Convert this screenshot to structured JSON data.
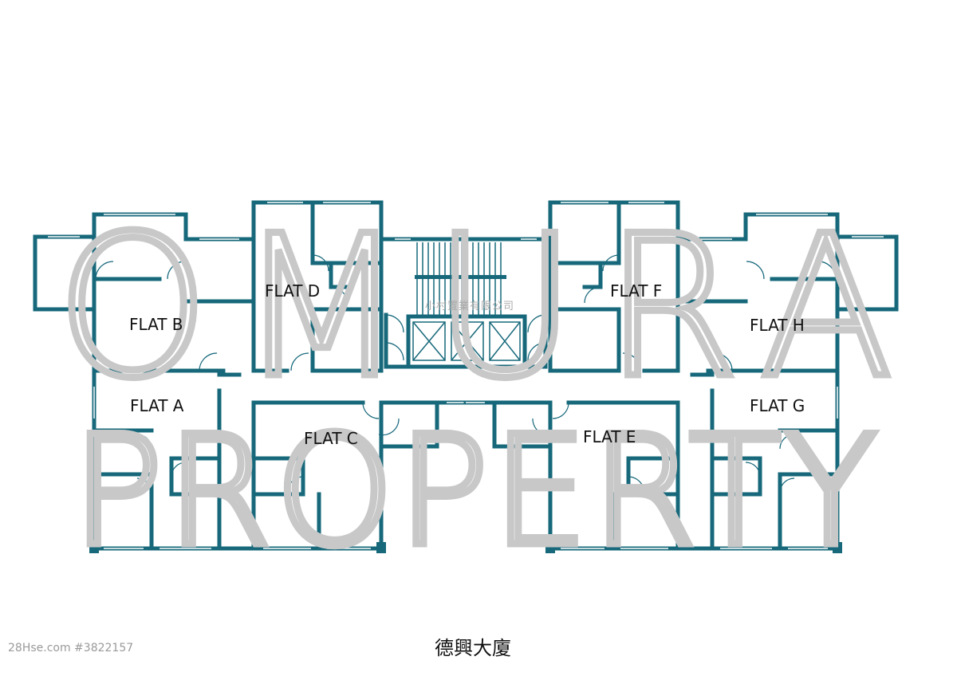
{
  "watermark": {
    "line1": "OMURA",
    "line2": "PROPERTY",
    "company": "小村置業有限公司"
  },
  "flats": [
    {
      "label": "FLAT A"
    },
    {
      "label": "FLAT B"
    },
    {
      "label": "FLAT C"
    },
    {
      "label": "FLAT D"
    },
    {
      "label": "FLAT E"
    },
    {
      "label": "FLAT F"
    },
    {
      "label": "FLAT G"
    },
    {
      "label": "FLAT H"
    }
  ],
  "footer": {
    "listing_id": "28Hse.com #3822157",
    "building_name": "德興大廈"
  },
  "colors": {
    "wall": "#16687a",
    "watermark": "#c8c8c8"
  }
}
